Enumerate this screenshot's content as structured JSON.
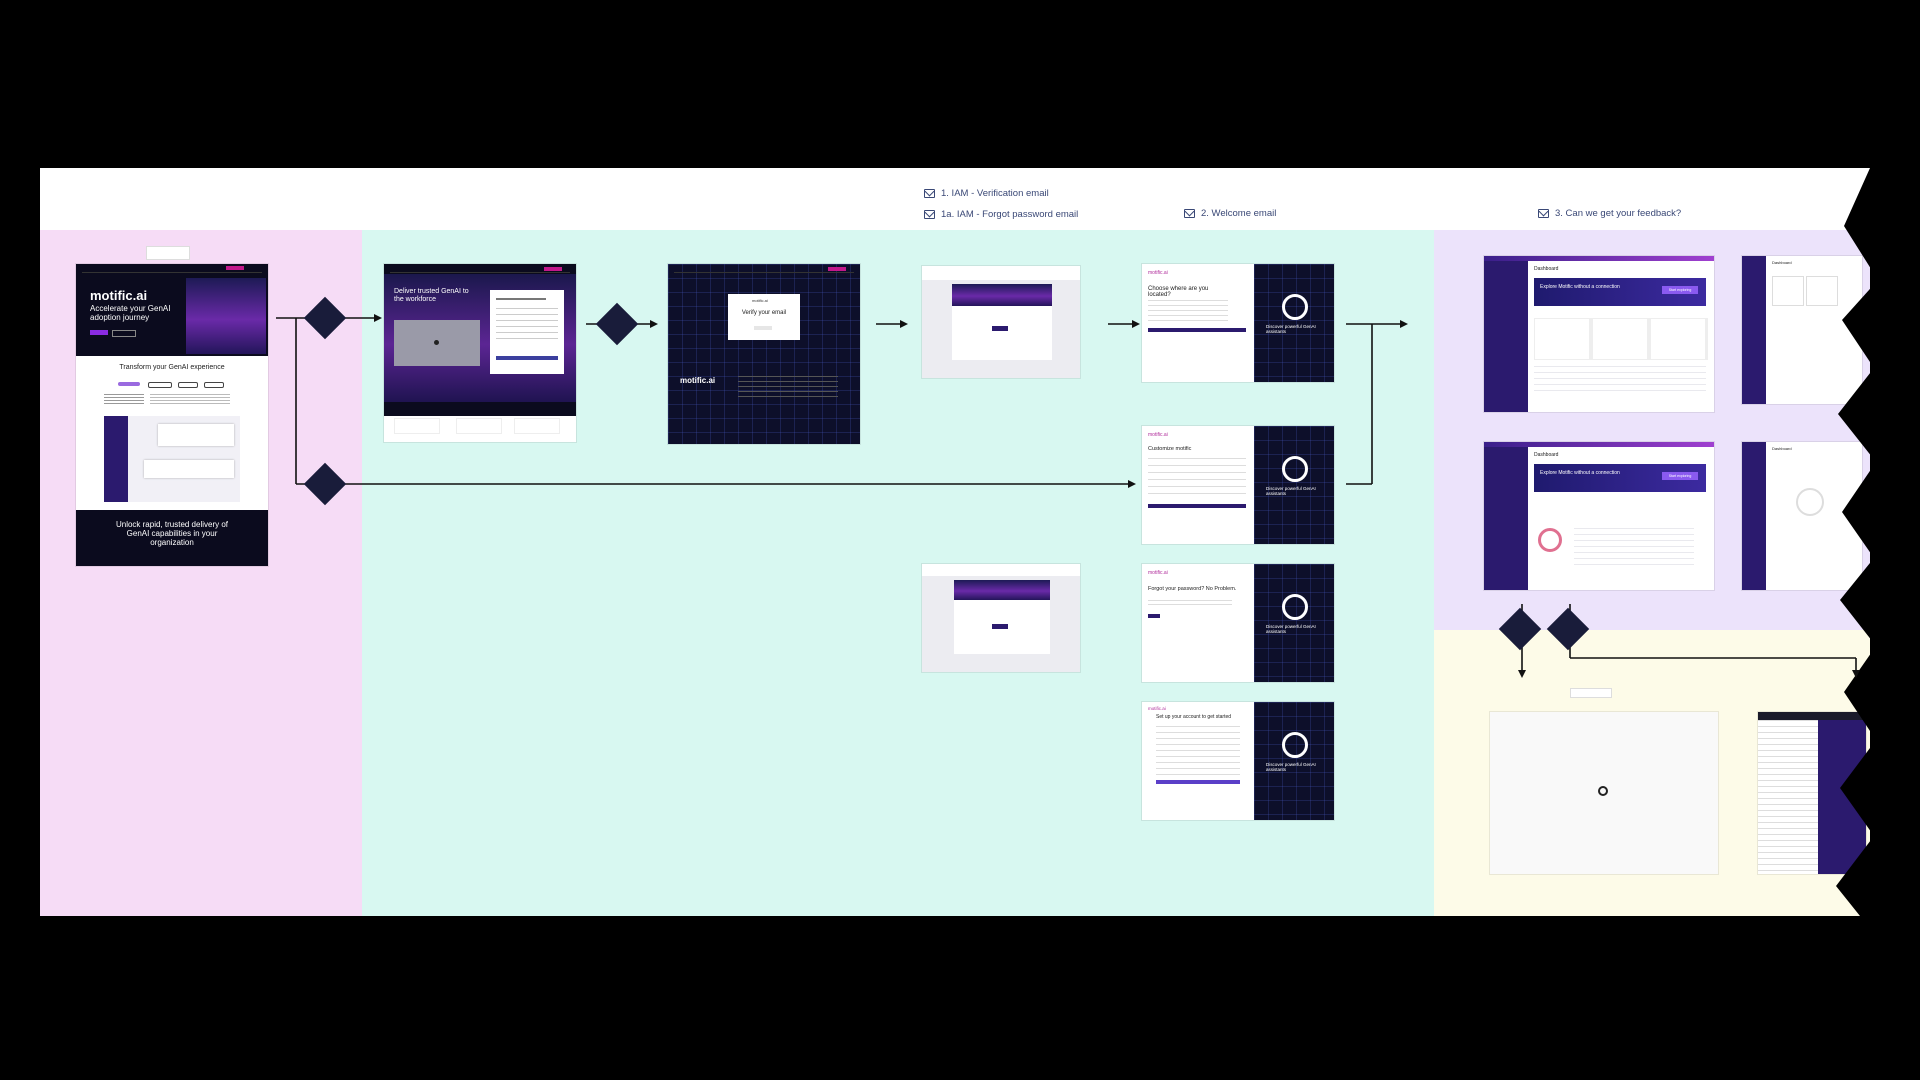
{
  "header": {
    "emails": [
      {
        "label": "1. IAM - Verification email",
        "icon": "envelope-icon"
      },
      {
        "label": "1a. IAM - Forgot password email",
        "icon": "envelope-icon"
      },
      {
        "label": "2. Welcome email",
        "icon": "envelope-icon"
      },
      {
        "label": "3. Can we get your feedback?",
        "icon": "envelope-icon"
      }
    ]
  },
  "landing": {
    "logo": "motific.ai",
    "headline": "Accelerate your GenAI adoption journey",
    "section_title": "Transform your GenAI experience",
    "footer_text": "Unlock rapid, trusted delivery of GenAI capabilities in your organization"
  },
  "signup": {
    "headline": "Deliver trusted GenAI to the workforce"
  },
  "verify": {
    "logo": "motific.ai",
    "title": "Verify your email",
    "footer_logo": "motific.ai"
  },
  "onboarding": {
    "q_title": "Choose where are you located?",
    "profile_title": "Customize motific",
    "forgot_title": "Forgot your password? No Problem.",
    "setup_title": "Set up your account to get started",
    "tagline": "Discover powerful GenAI assistants",
    "logo": "motific.ai"
  },
  "dashboard": {
    "title": "Dashboard",
    "banner": "Explore Motific without a connection",
    "cta": "Start exploring"
  },
  "colors": {
    "pink": "#f6dcf6",
    "teal": "#d8f8f1",
    "lavender": "#ece3fb",
    "yellow": "#fdfbe8",
    "navy": "#191c3a",
    "purple": "#2b1a6e"
  }
}
